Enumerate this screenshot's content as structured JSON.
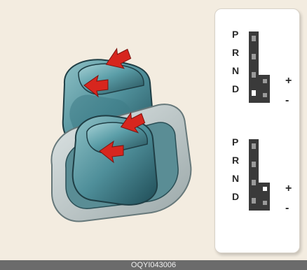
{
  "gate_top": {
    "gears": [
      "P",
      "R",
      "N",
      "D"
    ],
    "plus": "+",
    "minus": "-"
  },
  "gate_bottom": {
    "gears": [
      "P",
      "R",
      "N",
      "D"
    ],
    "plus": "+",
    "minus": "-"
  },
  "caption": "OQYI043006",
  "colors": {
    "background": "#f3ece0",
    "lever": "#4f8f9a",
    "arrow": "#d7261e",
    "caption_bar": "#6b6b6b"
  }
}
